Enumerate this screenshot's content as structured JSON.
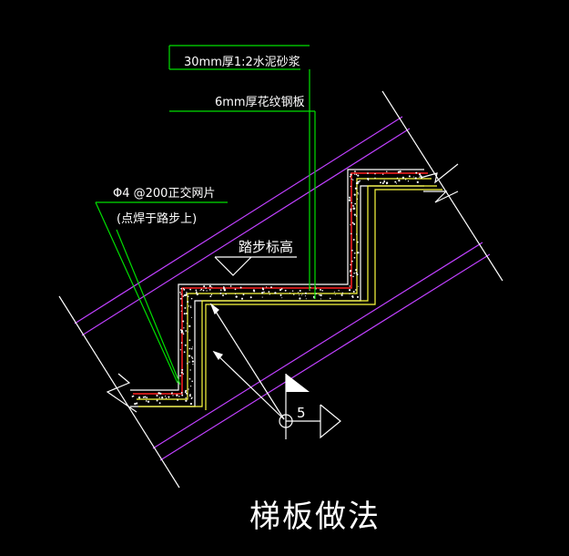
{
  "drawing": {
    "labels": {
      "mortar": "30mm厚1:2水泥砂浆",
      "steel_plate": "6mm厚花纹钢板",
      "mesh_line1": "Φ4 @200正交网片",
      "mesh_line2": "(点焊于路步上)",
      "step_elevation": "踏步标高",
      "detail_number": "5"
    },
    "title": "梯板做法",
    "colors": {
      "background": "#000000",
      "leader": "#00e000",
      "slab_edge": "#c040ff",
      "cut_line": "#ffffff",
      "concrete_outline": "#ffffff",
      "steel_plate": "#ff2020",
      "mortar_layer": "#ffff40",
      "text": "#ffffff"
    }
  }
}
